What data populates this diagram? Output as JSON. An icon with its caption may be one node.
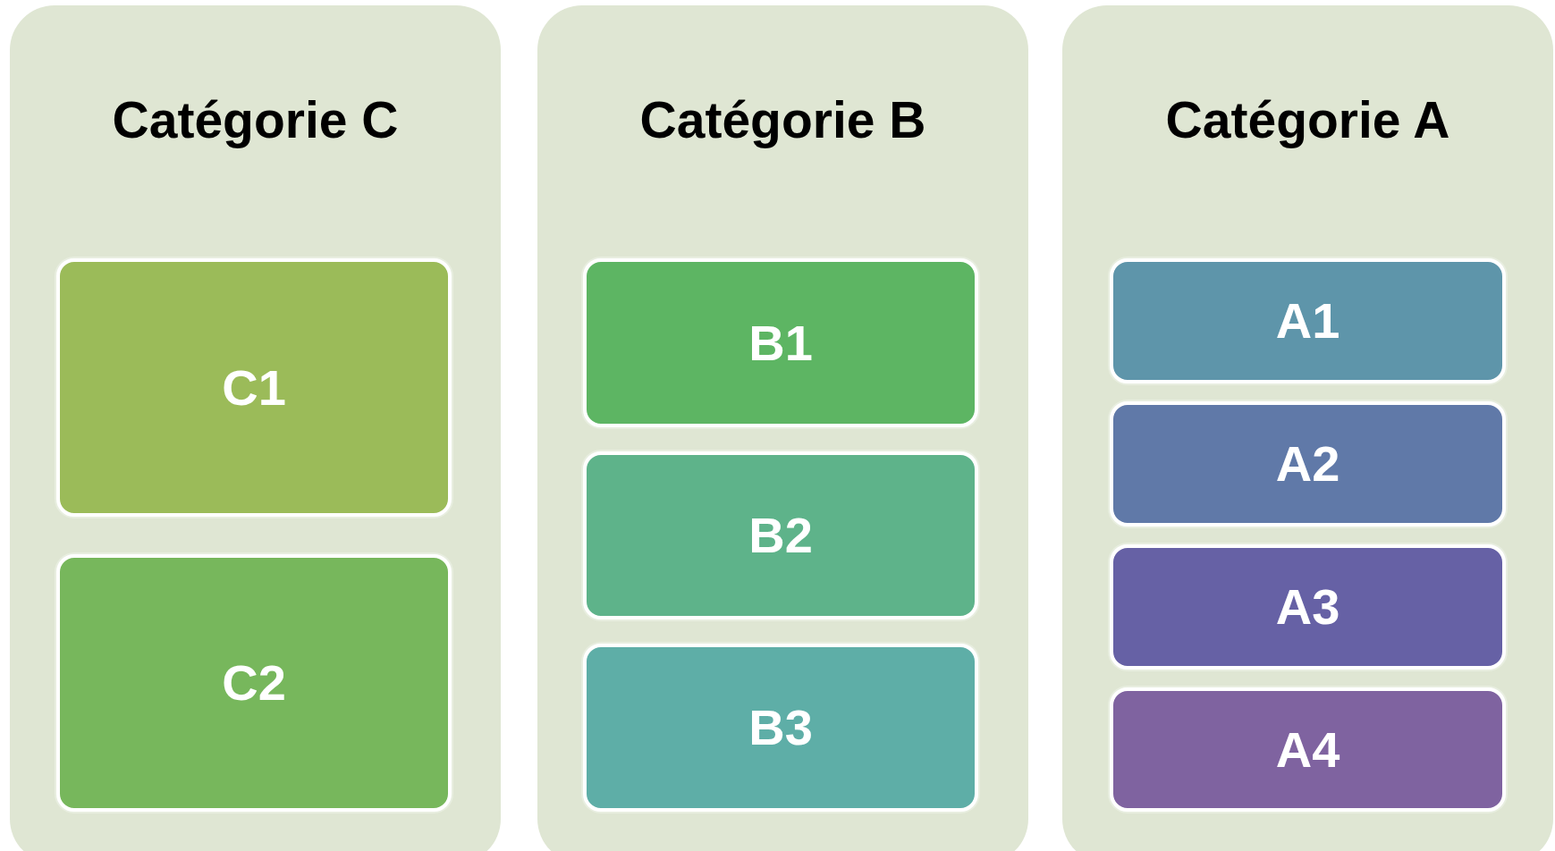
{
  "diagram": {
    "nodes": [
      {
        "text": [
          "Catégorie C"
        ]
      },
      {
        "text": [
          "C1"
        ],
        "in": 0
      },
      {
        "text": [
          "C2"
        ],
        "in": 0
      },
      {
        "text": [
          "Catégorie B"
        ]
      },
      {
        "text": [
          "B1"
        ],
        "in": 3
      },
      {
        "text": [
          "B2"
        ],
        "in": 3
      },
      {
        "text": [
          "B3"
        ],
        "in": 3
      },
      {
        "text": [
          "Catégorie A"
        ]
      },
      {
        "text": [
          "A1"
        ],
        "in": 7
      },
      {
        "text": [
          "A2"
        ],
        "in": 7
      },
      {
        "text": [
          "A3"
        ],
        "in": 7
      },
      {
        "text": [
          "A4"
        ],
        "in": 7
      }
    ]
  }
}
